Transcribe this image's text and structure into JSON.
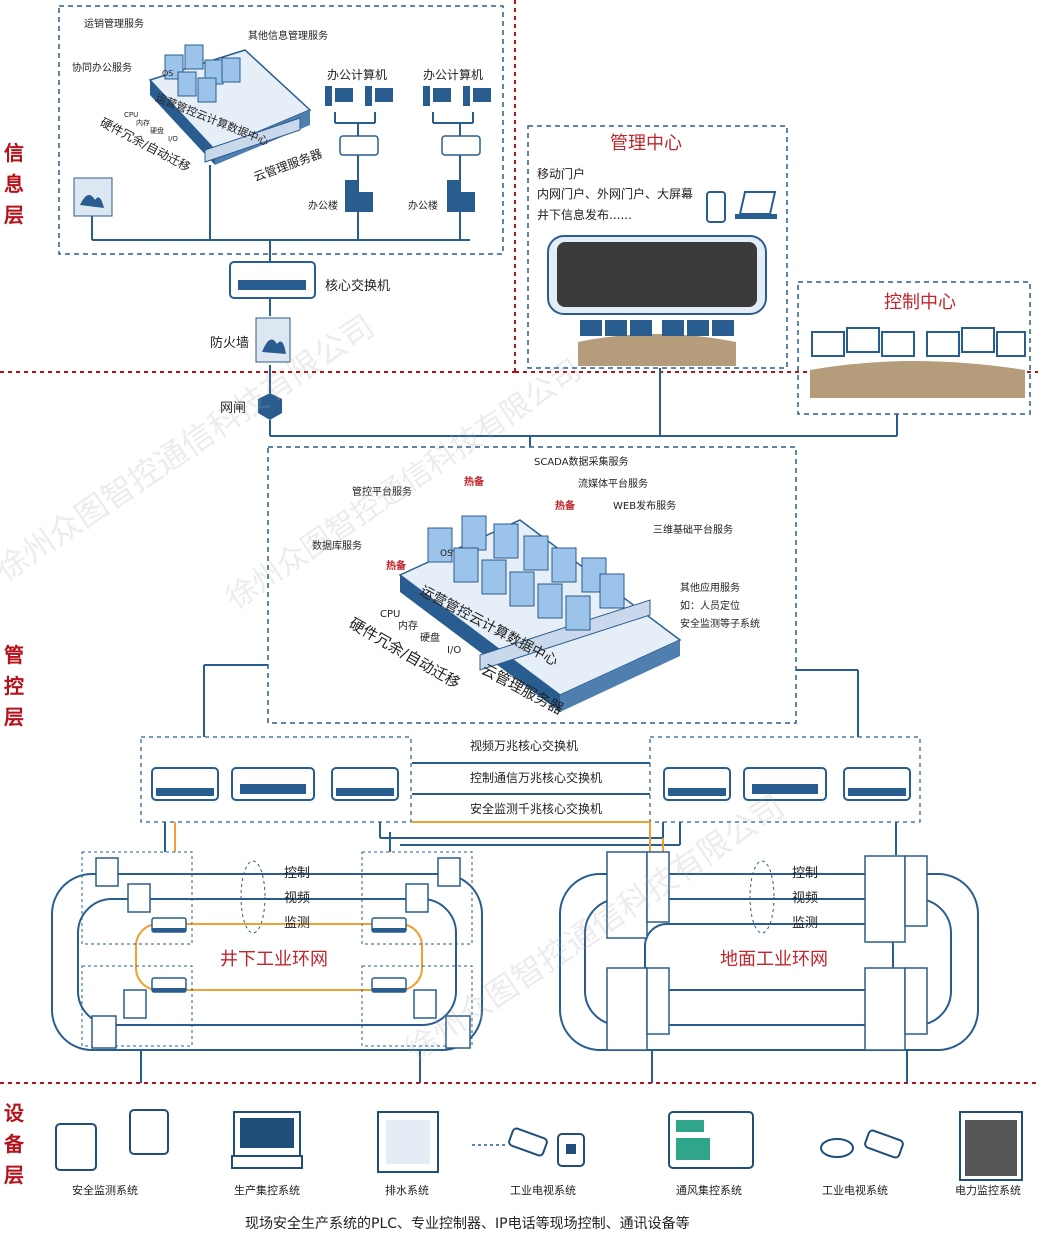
{
  "layers": {
    "info": [
      "信",
      "息",
      "层"
    ],
    "control": [
      "管",
      "控",
      "层"
    ],
    "device": [
      "设",
      "备",
      "层"
    ]
  },
  "info_layer": {
    "services": {
      "transport": "运销管理服务",
      "other_info": "其他信息管理服务",
      "collab": "协同办公服务",
      "os": "OS"
    },
    "datacenter_label": "运营管控云计算数据中心",
    "hw": {
      "cpu": "CPU",
      "mem": "内存",
      "disk": "硬盘",
      "io": "I/O"
    },
    "hw_redundancy": "硬件冗余/自动迁移",
    "cloud_server": "云管理服务器",
    "office_pc_1": "办公计算机",
    "office_pc_2": "办公计算机",
    "office_bldg_1": "办公楼",
    "office_bldg_2": "办公楼",
    "core_switch": "核心交换机",
    "firewall": "防火墙",
    "gateway": "网闸"
  },
  "mgmt_center": {
    "title": "管理中心",
    "lines": [
      "移动门户",
      "内网门户、外网门户、大屏幕",
      "井下信息发布......"
    ]
  },
  "control_center": {
    "title": "控制中心"
  },
  "control_layer": {
    "services": {
      "scada": "SCADA数据采集服务",
      "mgmt_platform": "管控平台服务",
      "streaming": "流媒体平台服务",
      "web": "WEB发布服务",
      "db": "数据库服务",
      "base3d": "三维基础平台服务",
      "other_apps": [
        "其他应用服务",
        "如：人员定位",
        "安全监测等子系统"
      ],
      "hot1": "热备",
      "hot2": "热备",
      "hot3": "热备",
      "os": "OS"
    },
    "datacenter_label": "运营管控云计算数据中心",
    "hw": {
      "cpu": "CPU",
      "mem": "内存",
      "disk": "硬盘",
      "io": "I/O"
    },
    "hw_redundancy": "硬件冗余/自动迁移",
    "cloud_server": "云管理服务器",
    "switches": [
      "视频万兆核心交换机",
      "控制通信万兆核心交换机",
      "安全监测千兆核心交换机"
    ]
  },
  "rings": {
    "underground": {
      "title": "井下工业环网",
      "labels": [
        "控制",
        "视频",
        "监测"
      ]
    },
    "surface": {
      "title": "地面工业环网",
      "labels": [
        "控制",
        "视频",
        "监测"
      ]
    }
  },
  "devices": [
    "安全监测系统",
    "生产集控系统",
    "排水系统",
    "工业电视系统",
    "通风集控系统",
    "工业电视系统",
    "电力监控系统"
  ],
  "footer": "现场安全生产系统的PLC、专业控制器、IP电话等现场控制、通讯设备等",
  "watermark": "徐州众图智控通信科技有限公司",
  "colors": {
    "blue_line": "#2a5d8f",
    "orange_line": "#f0a030",
    "red_dash": "#b5121b",
    "device_blue": "#1f4e79"
  }
}
